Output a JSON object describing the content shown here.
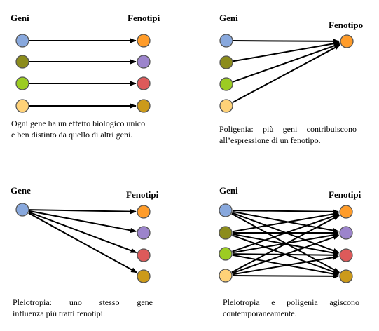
{
  "colors": {
    "blue": "#88a8dd",
    "olive": "#8c8c1c",
    "green": "#9ccc22",
    "yellow": "#ffd278",
    "orange": "#ff9c2a",
    "purple": "#9c84cc",
    "red": "#dd5a5a",
    "gold": "#cc9a1a",
    "arrow": "#000000"
  },
  "panels": {
    "one_to_one": {
      "left_label": "Geni",
      "right_label": "Fenotipi",
      "caption_line1": "Ogni gene ha un effetto biologico unico",
      "caption_line2": "e ben distinto da quello di altri geni."
    },
    "polygeny": {
      "left_label": "Geni",
      "right_label": "Fenotipo",
      "caption_line1": "Poligenia: più geni contribuiscono",
      "caption_line2": "all’espressione di un fenotipo."
    },
    "pleiotropy": {
      "left_label": "Gene",
      "right_label": "Fenotipi",
      "caption_line1": "Pleiotropia: uno stesso gene",
      "caption_line2": "influenza più tratti fenotipi."
    },
    "both": {
      "left_label": "Geni",
      "right_label": "Fenotipi",
      "caption_line1": "Pleiotropia e poligenia agiscono",
      "caption_line2": "contemporaneamente."
    }
  }
}
